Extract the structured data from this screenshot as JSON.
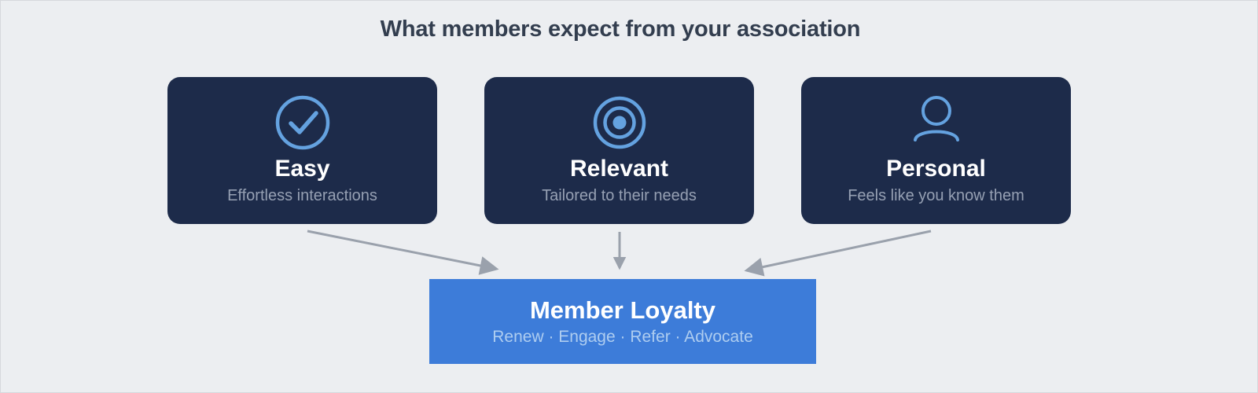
{
  "title": "What members expect from your association",
  "cards": [
    {
      "icon": "check-circle-icon",
      "title": "Easy",
      "subtitle": "Effortless interactions"
    },
    {
      "icon": "target-icon",
      "title": "Relevant",
      "subtitle": "Tailored to their needs"
    },
    {
      "icon": "person-icon",
      "title": "Personal",
      "subtitle": "Feels like you know them"
    }
  ],
  "loyalty": {
    "title": "Member Loyalty",
    "subtitle": "Renew · Engage · Refer · Advocate"
  },
  "colors": {
    "background": "#eceef1",
    "card_background": "#1d2b4a",
    "icon_blue": "#64a2e0",
    "card_title": "#ffffff",
    "card_subtitle": "#96a0b3",
    "loyalty_background": "#3d7cd9",
    "loyalty_title": "#ffffff",
    "loyalty_subtitle": "#aecdf0",
    "arrow": "#9aa1ac",
    "heading": "#333e4f"
  }
}
